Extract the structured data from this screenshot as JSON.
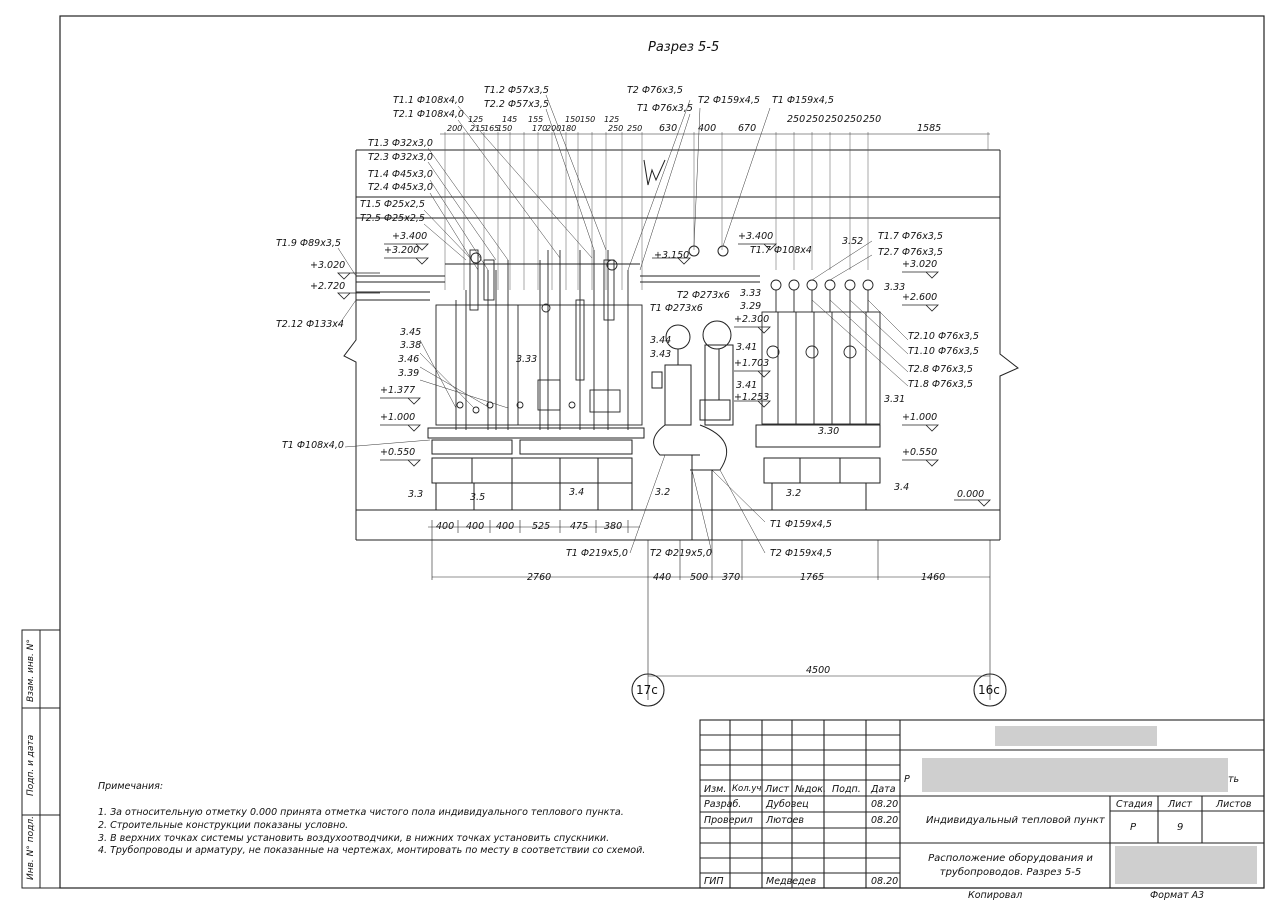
{
  "section_title": "Разрез 5-5",
  "pipe_labels": {
    "t11": "Т1.1 Ф108х4,0",
    "t21": "Т2.1 Ф108х4,0",
    "t12": "Т1.2 Ф57х3,5",
    "t22": "Т2.2 Ф57х3,5",
    "t13": "Т1.3 Ф32х3,0",
    "t23": "Т2.3 Ф32х3,0",
    "t14": "Т1.4 Ф45х3,0",
    "t24": "Т2.4 Ф45х3,0",
    "t15": "Т1.5 Ф25х2,5",
    "t25": "Т2.5 Ф25х2,5",
    "t19": "Т1.9 Ф89х3,5",
    "t212": "Т2.12 Ф133х4",
    "t2_76": "Т2 Ф76х3,5",
    "t1_76": "Т1 Ф76х3,5",
    "t2_159_top": "Т2 Ф159х4,5",
    "t1_159_top": "Т1 Ф159х4,5",
    "t17_108": "Т1.7 Ф108х4",
    "t17_76": "Т1.7 Ф76х3,5",
    "t27_76": "Т2.7 Ф76х3,5",
    "t2_273": "Т2 Ф273х6",
    "t1_273": "Т1 Ф273х6",
    "t210": "Т2.10 Ф76х3,5",
    "t110": "Т1.10 Ф76х3,5",
    "t28": "Т2.8 Ф76х3,5",
    "t18": "Т1.8 Ф76х3,5",
    "t1_108_bottom": "Т1 Ф108х4,0",
    "t1_159_bottom": "Т1 Ф159х4,5",
    "t2_159_bottom": "Т2 Ф159х4,5",
    "t1_219": "Т1 Ф219х5,0",
    "t2_219": "Т2 Ф219х5,0"
  },
  "elevations": {
    "e3400_left": "+3.400",
    "e3200": "+3.200",
    "e3020_left": "+3.020",
    "e2720": "+2.720",
    "e1377": "+1.377",
    "e1000_left": "+1.000",
    "e0550_left": "+0.550",
    "e3150": "+3.150",
    "e3400_mid": "+3.400",
    "e2300": "+2.300",
    "e1703": "+1.703",
    "e1253": "+1.253",
    "e3020_right": "+3.020",
    "e2600": "+2.600",
    "e1000_right": "+1.000",
    "e0550_right": "+0.550",
    "e0000": "0.000"
  },
  "item_marks": {
    "m345": "3.45",
    "m338": "3.38",
    "m346": "3.46",
    "m339": "3.39",
    "m333_left": "3.33",
    "m344": "3.44",
    "m343": "3.43",
    "m341a": "3.41",
    "m341b": "3.41",
    "m352": "3.52",
    "m333_right": "3.33",
    "m333_mid": "3.33",
    "m329": "3.29",
    "m331": "3.31",
    "m330": "3.30",
    "m33": "3.3",
    "m35": "3.5",
    "m34_left": "3.4",
    "m32_left": "3.2",
    "m32_right": "3.2",
    "m34_right": "3.4"
  },
  "top_dims": {
    "d200": "200",
    "d215": "215",
    "d165": "165",
    "d150a": "150",
    "d125a": "125",
    "d145": "145",
    "d155": "155",
    "d170": "170",
    "d200b": "200",
    "d180": "180",
    "d150b": "150",
    "d150c": "150",
    "d125b": "125",
    "d250a": "250",
    "d250b": "250",
    "d630": "630",
    "d400": "400",
    "d670": "670",
    "d250s": [
      "250",
      "250",
      "250",
      "250",
      "250"
    ],
    "d1585": "1585"
  },
  "bottom_dims": {
    "row1": [
      "400",
      "400",
      "400",
      "525",
      "475",
      "380"
    ],
    "d2760": "2760",
    "d440": "440",
    "d500": "500",
    "d370": "370",
    "d1765": "1765",
    "d1460": "1460",
    "d4500": "4500"
  },
  "axes": {
    "left": "17с",
    "right": "16с"
  },
  "notes": {
    "heading": "Примечания:",
    "items": [
      "1. За относительную отметку 0.000 принята отметка чистого пола индивидуального теплового пункта.",
      "2. Строительные конструкции показаны условно.",
      "3. В верхних точках системы установить воздухоотводчики, в нижних точках установить спускники.",
      "4. Трубопроводы и арматуру, не показанные на чертежах, монтировать по месту в соответствии со схемой."
    ]
  },
  "stamp": {
    "header": [
      "Изм.",
      "Кол.уч",
      "Лист",
      "№док.",
      "Подп.",
      "Дата"
    ],
    "razrab_role": "Разраб.",
    "razrab_name": "Дубовец",
    "razrab_date": "08.20",
    "proveril_role": "Проверил",
    "proveril_name": "Лютоев",
    "proveril_date": "08.20",
    "gip_role": "ГИП",
    "gip_name": "Медведев",
    "gip_date": "08.20",
    "object": "Индивидуальный тепловой пункт",
    "sheet_title": "Расположение оборудования и трубопроводов. Разрез 5-5",
    "stage_label": "Стадия",
    "sheet_label": "Лист",
    "sheets_label": "Листов",
    "stage": "Р",
    "sheet": "9",
    "partial_left": "Р",
    "partial_right": "ть",
    "copied": "Копировал",
    "format": "Формат А3"
  },
  "side_stamp": {
    "vzam": "Взам. инв. N°",
    "podp": "Подп. и дата",
    "inv": "Инв. N° подл."
  }
}
